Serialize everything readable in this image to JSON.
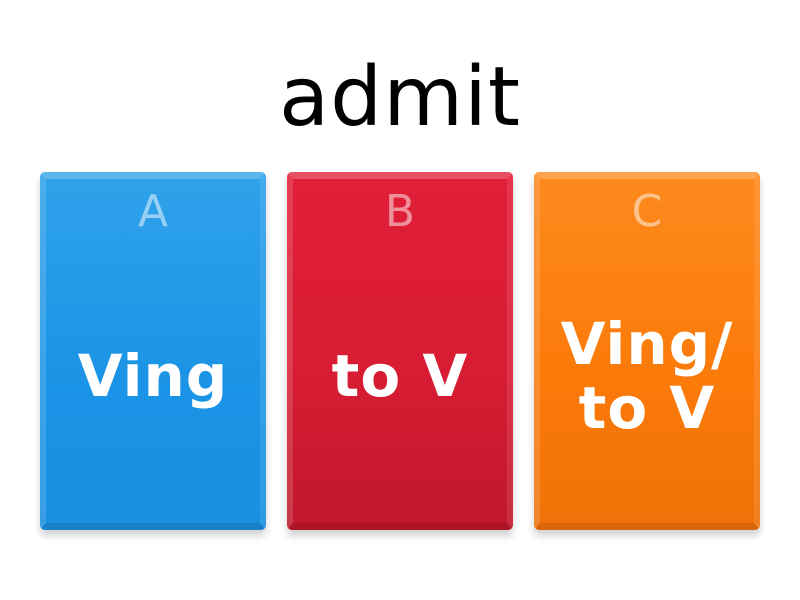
{
  "question": {
    "word": "admit"
  },
  "options": [
    {
      "letter": "A",
      "answer": "Ving",
      "color": "#1b93e6"
    },
    {
      "letter": "B",
      "answer": "to V",
      "color": "#d81c33"
    },
    {
      "letter": "C",
      "answer": "Ving/ to V",
      "color": "#fb7b0a"
    }
  ]
}
